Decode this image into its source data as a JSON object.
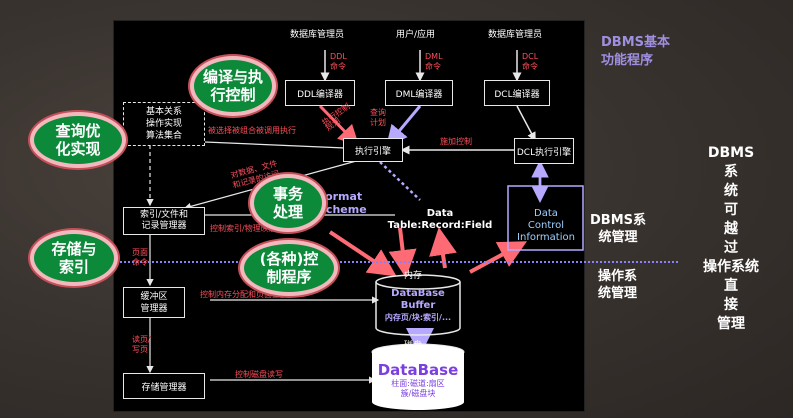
{
  "title": {
    "line1": "DBMS基本",
    "line2": "功能程序"
  },
  "roles": {
    "dba1": "数据库管理员",
    "user": "用户/应用",
    "dba2": "数据库管理员"
  },
  "cmds": {
    "ddl": [
      "DDL",
      "命令"
    ],
    "dml": [
      "DML",
      "命令"
    ],
    "dcl": [
      "DCL",
      "命令"
    ]
  },
  "boxes": {
    "ddl_compiler": "DDL编译器",
    "dml_compiler": "DML编译器",
    "dcl_compiler": "DCL编译器",
    "algebra": [
      "基本关系",
      "操作实现",
      "算法集合"
    ],
    "executor": "执行引擎",
    "dcl_exec": "DCL执行引擎",
    "index_mgr": [
      "索引/文件和",
      "记录管理器"
    ],
    "buffer_mgr": [
      "缓冲区",
      "管理器"
    ],
    "storage_mgr": "存储管理器",
    "data_control": [
      "Data",
      "Control",
      "Information"
    ],
    "format": [
      "Format",
      "Scheme"
    ],
    "data_table": [
      "Data",
      "Table:Record:Field"
    ]
  },
  "memory": {
    "label": "内存",
    "line1": "DataBase",
    "line2": "Buffer",
    "line3": "内存页/块:索引/..."
  },
  "disk": {
    "label": "磁盘",
    "name": "DataBase",
    "line1": "柱面:磁道:扇区",
    "line2": "簇/磁盘块"
  },
  "labels": {
    "compile_call": "被选择被组合被调用执行",
    "query_plan": [
      "查询",
      "计划"
    ],
    "exec_red": [
      "执行控制",
      "规划"
    ],
    "apply_control": "施加控制",
    "record_access": [
      "对数据、文件",
      "和记录的访问"
    ],
    "ctrl_index": "控制索引/物理映射",
    "page_cmd": [
      "页面",
      "命令"
    ],
    "ctrl_mem": "控制内存分配和页面置换",
    "read_page": [
      "读页/",
      "写页"
    ],
    "ctrl_disk": "控制磁盘读写"
  },
  "ovals": {
    "compile": [
      "编译与执",
      "行控制"
    ],
    "query": [
      "查询优",
      "化实现"
    ],
    "transaction": [
      "事务",
      "处理"
    ],
    "storage": [
      "存储与",
      "索引"
    ],
    "control": [
      "(各种)控",
      "制程序"
    ]
  },
  "side": {
    "dbms_mgmt": [
      "DBMS系",
      "统管理"
    ],
    "os_mgmt": [
      "操作系",
      "统管理"
    ],
    "right_col": [
      "DBMS",
      "系",
      "统",
      "可",
      "越",
      "过",
      "操作系统",
      "直",
      "接",
      "管理"
    ]
  }
}
